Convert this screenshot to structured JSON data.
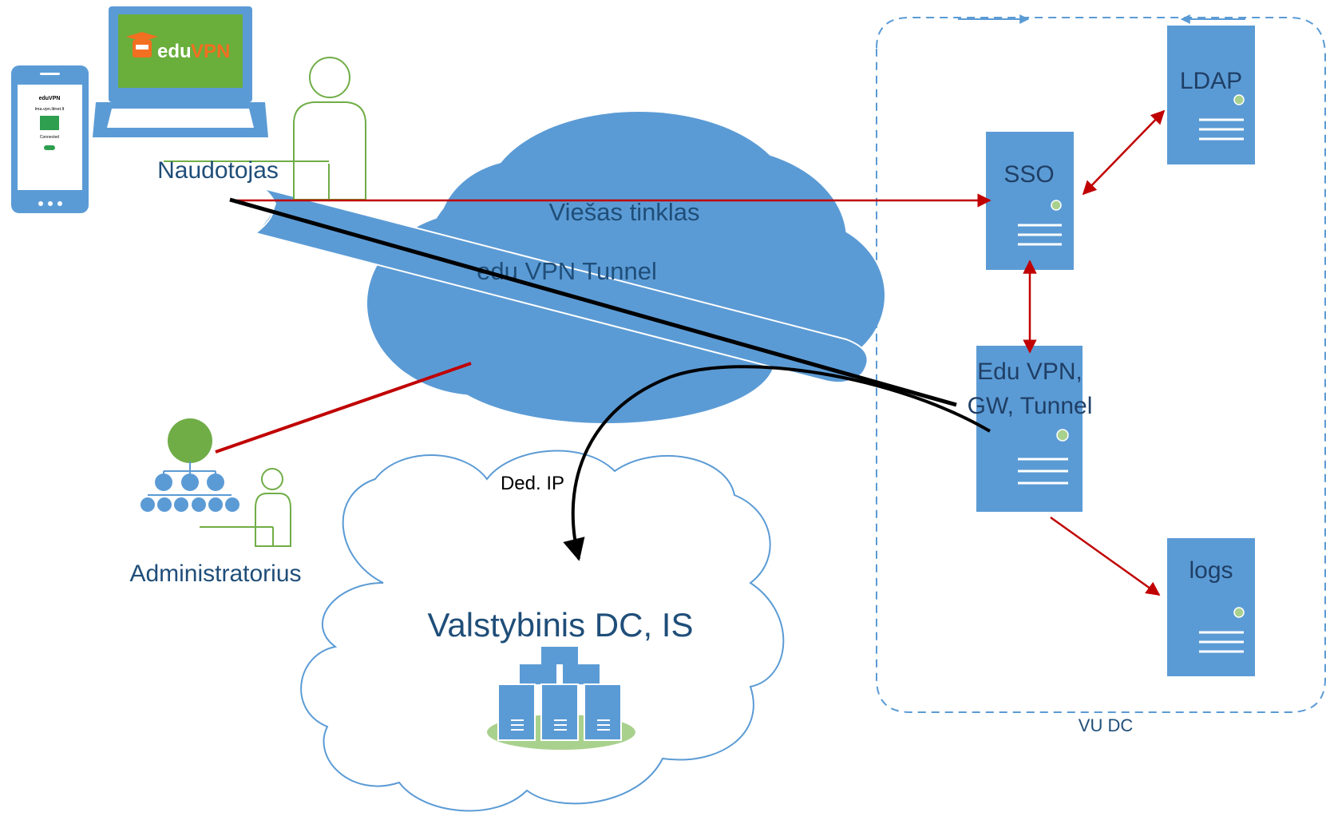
{
  "labels": {
    "user": "Naudotojas",
    "admin": "Administratorius",
    "public_network": "Viešas tinklas",
    "tunnel": "edu VPN Tunnel",
    "dedicated_ip": "Ded. IP",
    "state_dc": "Valstybinis DC, IS",
    "vu_dc": "VU DC"
  },
  "servers": {
    "ldap": "LDAP",
    "sso": "SSO",
    "eduvpn_line1": "Edu VPN,",
    "eduvpn_line2": "GW, Tunnel",
    "logs": "logs"
  },
  "logo": {
    "text_edu": "edu",
    "text_vpn": "VPN"
  },
  "phone_app": {
    "brand": "eduVPN",
    "host": "lma.vpn.litnet.lt",
    "status": "Connected"
  },
  "colors": {
    "cloud_fill": "#5b9bd5",
    "server_fill": "#5b9bd5",
    "person_stroke": "#70ad47",
    "admin_green": "#70ad47",
    "link_red": "#c00000",
    "tunnel_black": "#000000",
    "label_blue": "#1f4e79",
    "logo_green": "#6aae3c",
    "logo_orange": "#f36f21"
  },
  "icons": [
    "phone-icon",
    "laptop-icon",
    "user-person-icon",
    "admin-hierarchy-icon",
    "admin-person-icon",
    "server-icon",
    "datacenter-servers-icon",
    "eduvpn-logo-icon"
  ]
}
